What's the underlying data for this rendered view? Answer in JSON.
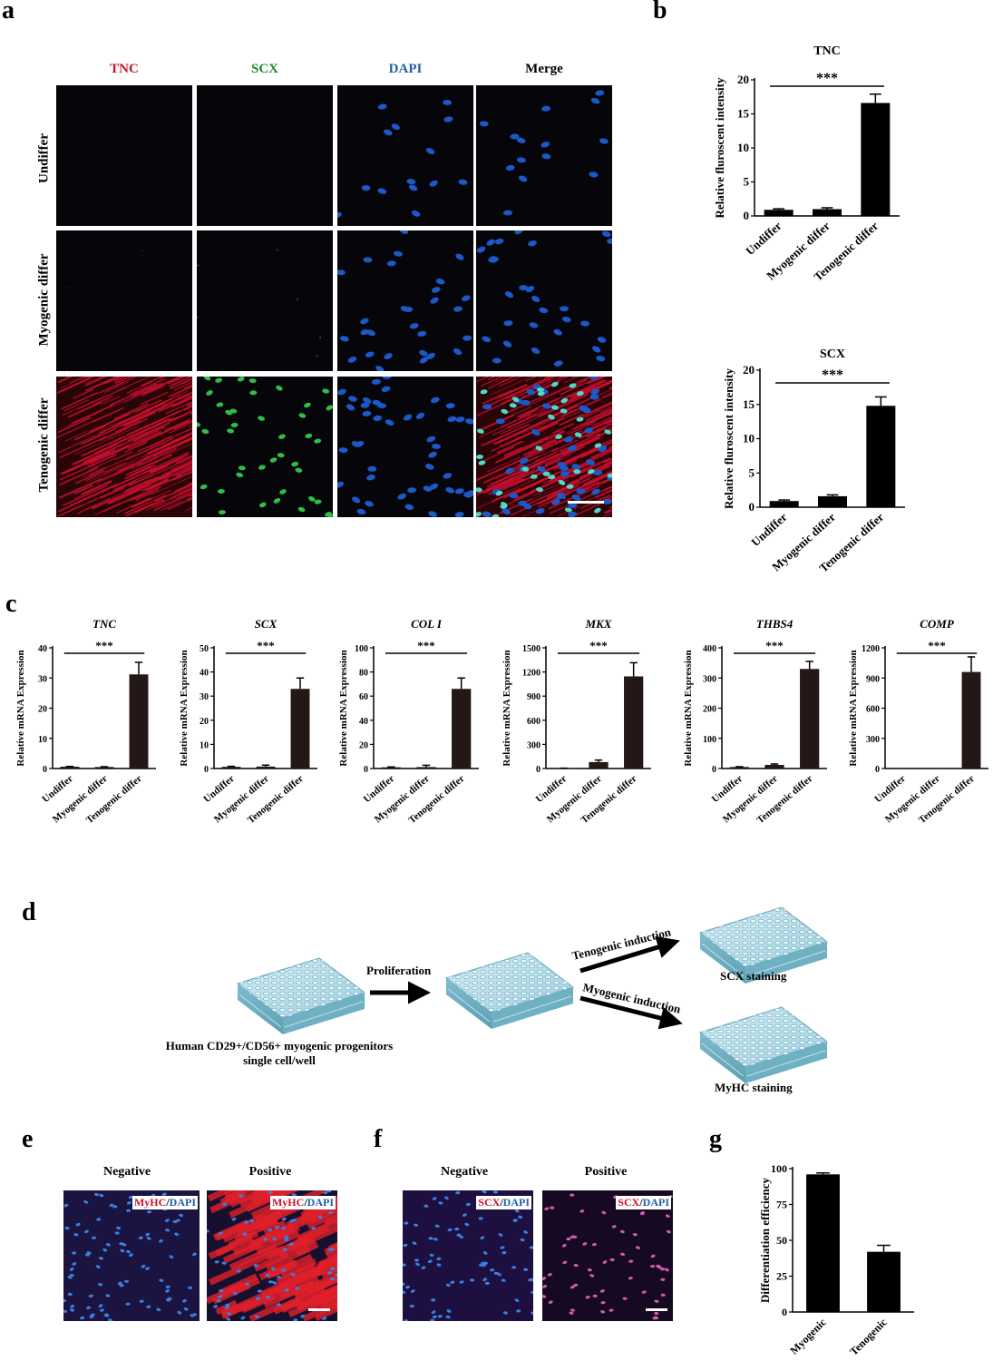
{
  "panels": {
    "a": "a",
    "b": "b",
    "c": "c",
    "d": "d",
    "e": "e",
    "f": "f",
    "g": "g"
  },
  "panel_a": {
    "columns": [
      {
        "label": "TNC",
        "color": "#c8102e"
      },
      {
        "label": "SCX",
        "color": "#1a8a2a"
      },
      {
        "label": "DAPI",
        "color": "#1f5fa8"
      },
      {
        "label": "Merge",
        "color": "#000000"
      }
    ],
    "rows": [
      "Undiffer",
      "Myogenic differ",
      "Tenogenic differ"
    ]
  },
  "panel_d": {
    "proliferation": "Proliferation",
    "tenogenic_induction": "Tenogenic induction",
    "myogenic_induction": "Myogenic induction",
    "scx_staining": "SCX staining",
    "myhc_staining": "MyHC staining",
    "source_line1": "Human CD29+/CD56+ myogenic progenitors",
    "source_line2": "single cell/well"
  },
  "panel_e": {
    "negative": "Negative",
    "positive": "Positive",
    "tag_a": "MyHC",
    "tag_sep": "/",
    "tag_b": "DAPI"
  },
  "panel_f": {
    "negative": "Negative",
    "positive": "Positive",
    "tag_a": "SCX",
    "tag_sep": "/",
    "tag_b": "DAPI"
  },
  "colors": {
    "red_channel": "#c8102e",
    "green_channel": "#1a8a2a",
    "blue_channel": "#1f5fa8",
    "bar_black": "#000000",
    "bar_dark": "#231815"
  },
  "chart_data": [
    {
      "id": "b-tnc",
      "type": "bar",
      "title": "TNC",
      "ylabel": "Relative fluroscent intensity",
      "categories": [
        "Undiffer",
        "Myogenic differ",
        "Tenogenic differ"
      ],
      "values": [
        0.9,
        1.0,
        16.6
      ],
      "errors": [
        0.15,
        0.2,
        1.3
      ],
      "ylim": [
        0,
        20
      ],
      "yticks": [
        0,
        5,
        10,
        15,
        20
      ],
      "significance": "***",
      "color": "#000000"
    },
    {
      "id": "b-scx",
      "type": "bar",
      "title": "SCX",
      "ylabel": "Relative fluroscent intensity",
      "categories": [
        "Undiffer",
        "Myogenic differ",
        "Tenogenic differ"
      ],
      "values": [
        0.9,
        1.6,
        14.8
      ],
      "errors": [
        0.15,
        0.2,
        1.3
      ],
      "ylim": [
        0,
        20
      ],
      "yticks": [
        0,
        5,
        10,
        15,
        20
      ],
      "significance": "***",
      "color": "#000000"
    },
    {
      "id": "c-tnc",
      "type": "bar",
      "title": "TNC",
      "ylabel": "Relative mRNA Expression",
      "categories": [
        "Undiffer",
        "Myogenic differ",
        "Tenogenic differ"
      ],
      "values": [
        0.6,
        0.5,
        31.2
      ],
      "errors": [
        0.1,
        0.1,
        4
      ],
      "ylim": [
        0,
        40
      ],
      "yticks": [
        0,
        10,
        20,
        30,
        40
      ],
      "significance": "***",
      "color": "#231815"
    },
    {
      "id": "c-scx",
      "type": "bar",
      "title": "SCX",
      "ylabel": "Relative mRNA Expression",
      "categories": [
        "Undiffer",
        "Myogenic differ",
        "Tenogenic differ"
      ],
      "values": [
        0.7,
        0.8,
        33
      ],
      "errors": [
        0.2,
        0.6,
        4.5
      ],
      "ylim": [
        0,
        50
      ],
      "yticks": [
        0,
        10,
        20,
        30,
        40,
        50
      ],
      "significance": "***",
      "color": "#231815"
    },
    {
      "id": "c-col1",
      "type": "bar",
      "title": "COL I",
      "ylabel": "Relative mRNA Expression",
      "categories": [
        "Undiffer",
        "Myogenic differ",
        "Tenogenic differ"
      ],
      "values": [
        1,
        1.2,
        66
      ],
      "errors": [
        0.3,
        1.5,
        9
      ],
      "ylim": [
        0,
        100
      ],
      "yticks": [
        0,
        20,
        40,
        60,
        80,
        100
      ],
      "significance": "***",
      "color": "#231815"
    },
    {
      "id": "c-mkx",
      "type": "bar",
      "title": "MKX",
      "ylabel": "Relative mRNA Expression",
      "categories": [
        "Undiffer",
        "Myogenic differ",
        "Tenogenic differ"
      ],
      "values": [
        3,
        80,
        1145
      ],
      "errors": [
        1,
        25,
        170
      ],
      "ylim": [
        0,
        1500
      ],
      "yticks": [
        0,
        300,
        600,
        900,
        1200,
        1500
      ],
      "significance": "***",
      "color": "#231815"
    },
    {
      "id": "c-thbs4",
      "type": "bar",
      "title": "THBS4",
      "ylabel": "Relative mRNA Expression",
      "categories": [
        "Undiffer",
        "Myogenic differ",
        "Tenogenic differ"
      ],
      "values": [
        5,
        12,
        330
      ],
      "errors": [
        1,
        3,
        25
      ],
      "ylim": [
        0,
        400
      ],
      "yticks": [
        0,
        100,
        200,
        300,
        400
      ],
      "significance": "***",
      "color": "#231815"
    },
    {
      "id": "c-comp",
      "type": "bar",
      "title": "COMP",
      "ylabel": "Relative mRNA Expression",
      "categories": [
        "Undiffer",
        "Myogenic differ",
        "Tenogenic differ"
      ],
      "values": [
        0,
        0,
        960
      ],
      "errors": [
        0,
        0,
        150
      ],
      "ylim": [
        0,
        1200
      ],
      "yticks": [
        0,
        300,
        600,
        900,
        1200
      ],
      "significance": "***",
      "color": "#231815"
    },
    {
      "id": "g",
      "type": "bar",
      "title": "",
      "ylabel": "Differentiation efficiency",
      "categories": [
        "Myogenic",
        "Tenogenic"
      ],
      "values": [
        96,
        42
      ],
      "errors": [
        1,
        4.5
      ],
      "ylim": [
        0,
        100
      ],
      "yticks": [
        0,
        25,
        50,
        75,
        100
      ],
      "significance": "",
      "color": "#000000"
    }
  ]
}
